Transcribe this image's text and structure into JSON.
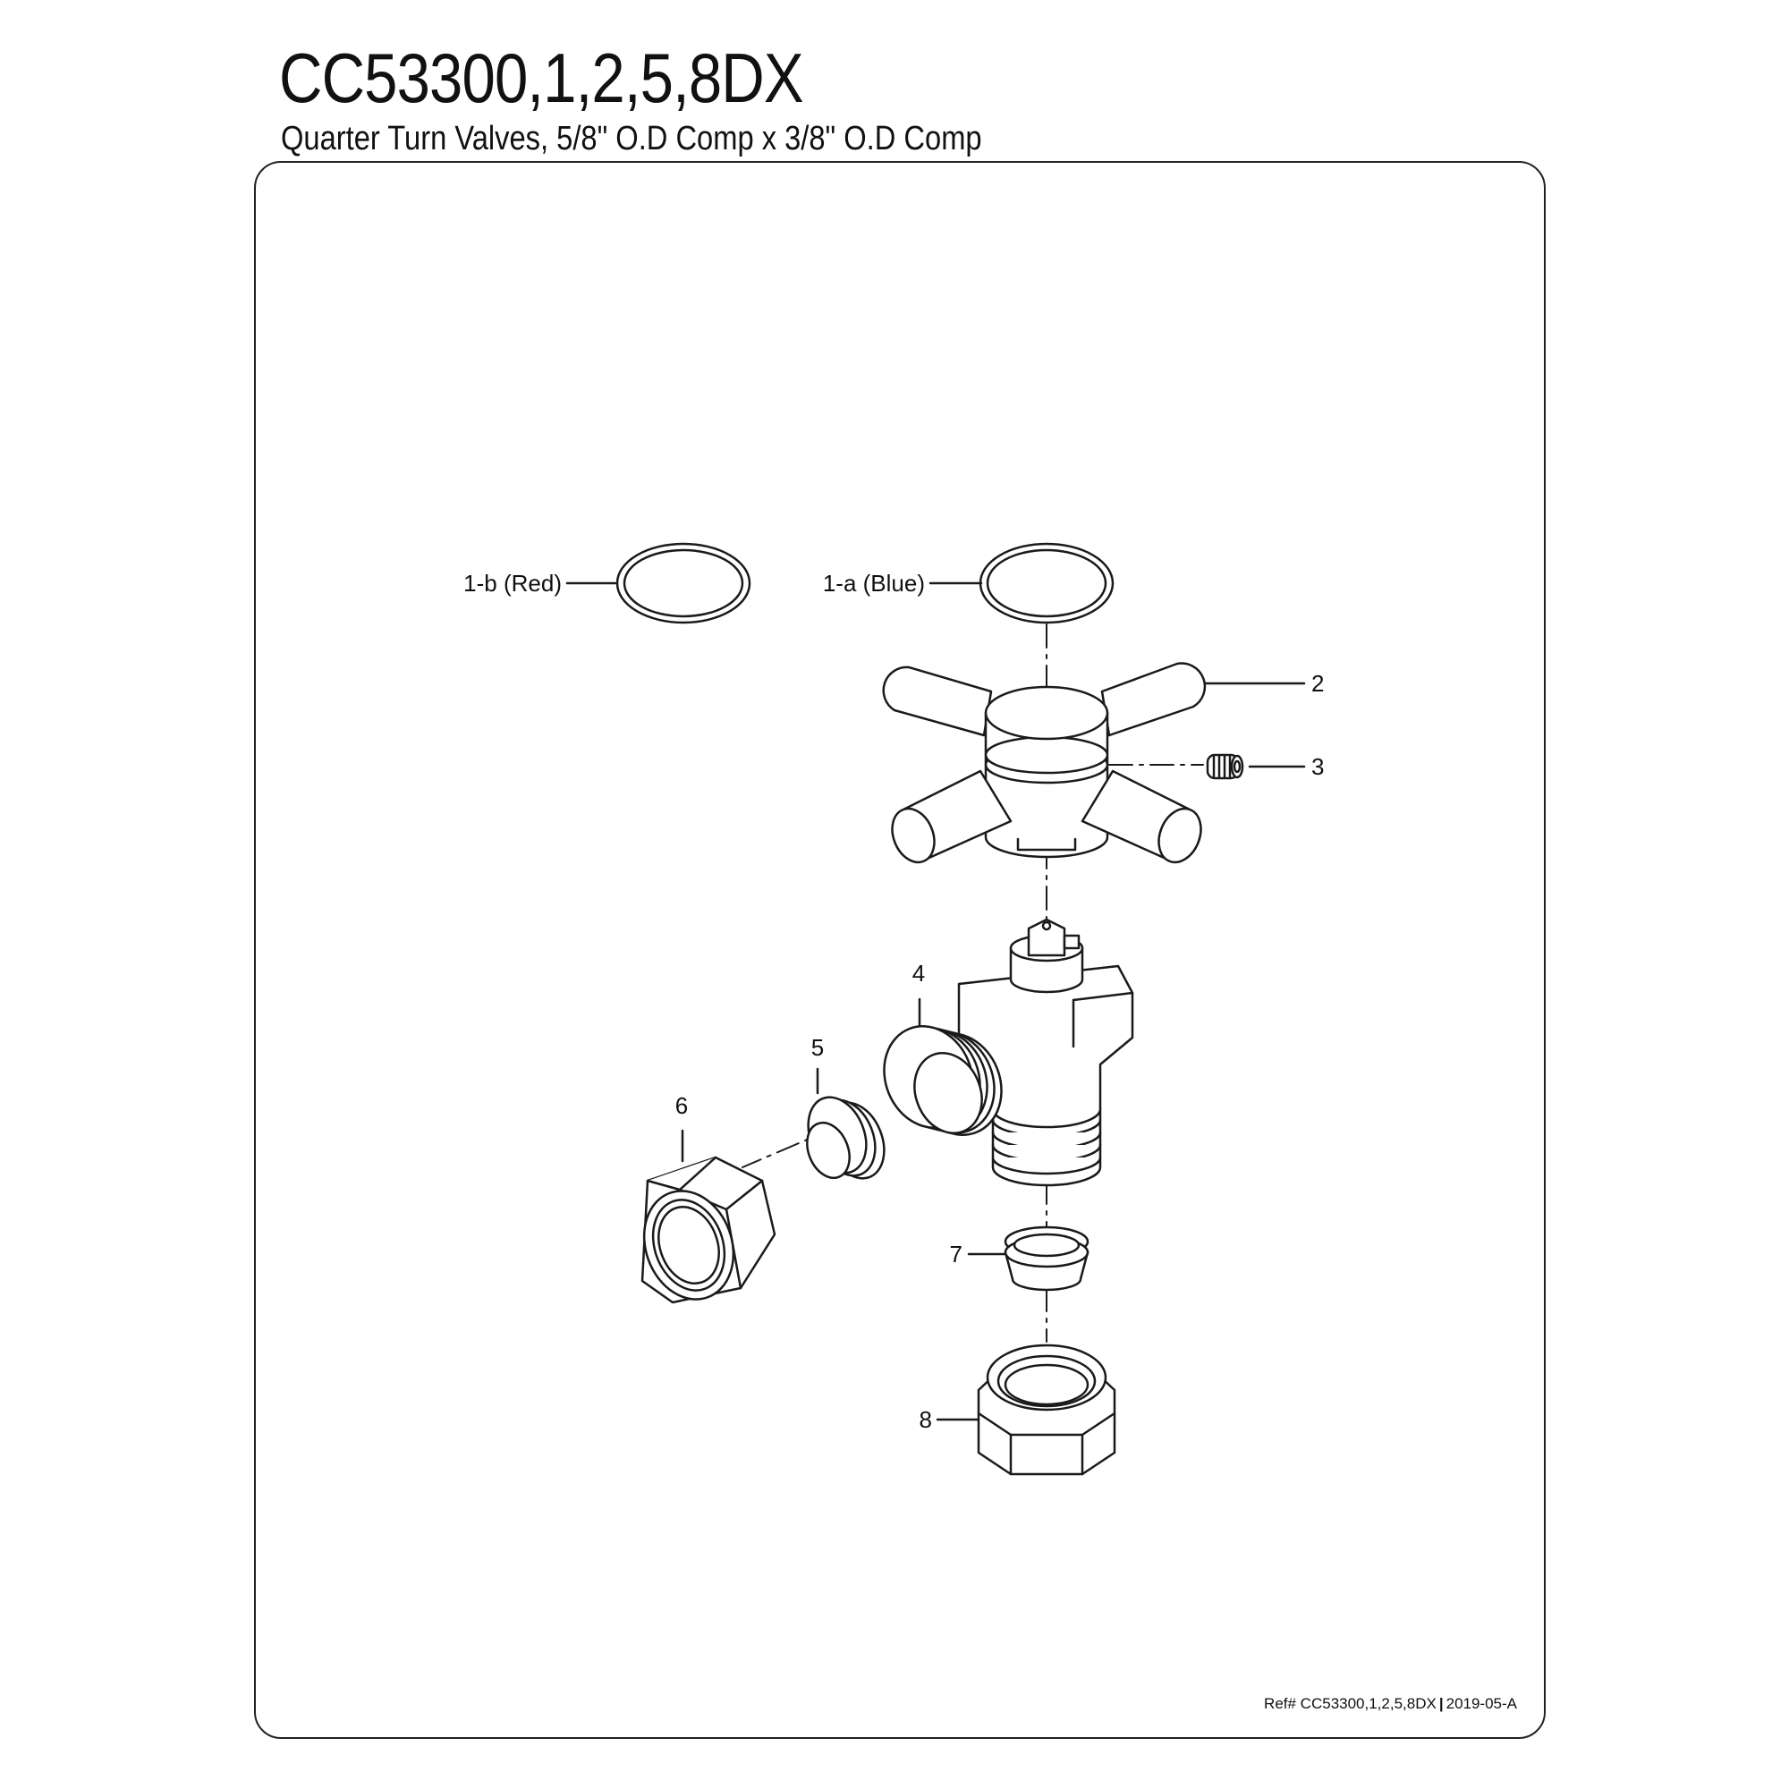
{
  "header": {
    "title": "CC53300,1,2,5,8DX",
    "subtitle": "Quarter Turn Valves, 5/8\" O.D Comp x 3/8\" O.D Comp"
  },
  "parts": {
    "p1b": "1-b (Red)",
    "p1a": "1-a (Blue)",
    "p2": "2",
    "p3": "3",
    "p4": "4",
    "p5": "5",
    "p6": "6",
    "p7": "7",
    "p8": "8"
  },
  "footer": {
    "ref": "Ref# CC53300,1,2,5,8DX",
    "separator": "|",
    "revision": "2019-05-A"
  }
}
